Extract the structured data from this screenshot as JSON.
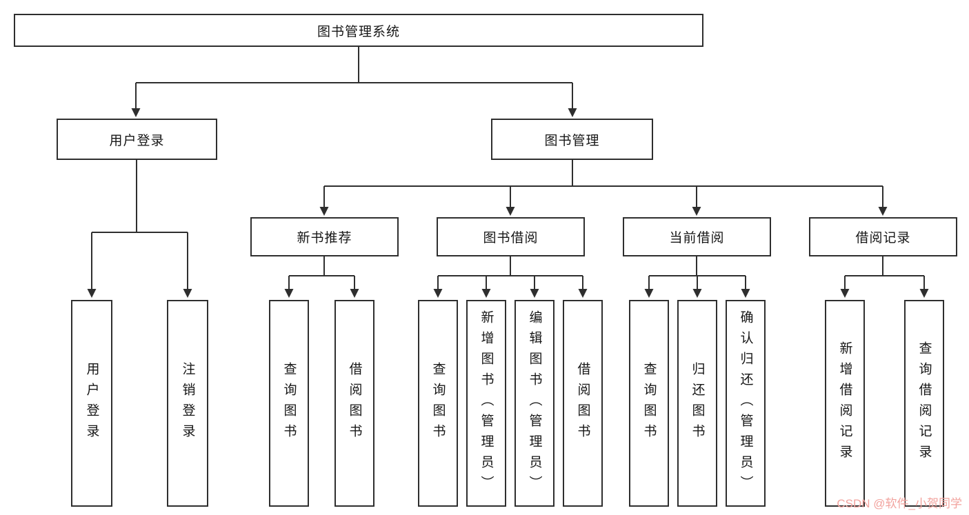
{
  "tree": {
    "root": {
      "label": "图书管理系统"
    },
    "branches": [
      {
        "label": "用户登录",
        "children": [
          {
            "label": "用户登录"
          },
          {
            "label": "注销登录"
          }
        ]
      },
      {
        "label": "图书管理",
        "children": [
          {
            "label": "新书推荐",
            "children": [
              {
                "label": "查询图书"
              },
              {
                "label": "借阅图书"
              }
            ]
          },
          {
            "label": "图书借阅",
            "children": [
              {
                "label": "查询图书"
              },
              {
                "label": "新增图书（管理员）"
              },
              {
                "label": "编辑图书（管理员）"
              },
              {
                "label": "借阅图书"
              }
            ]
          },
          {
            "label": "当前借阅",
            "children": [
              {
                "label": "查询图书"
              },
              {
                "label": "归还图书"
              },
              {
                "label": "确认归还（管理员）"
              }
            ]
          },
          {
            "label": "借阅记录",
            "children": [
              {
                "label": "新增借阅记录"
              },
              {
                "label": "查询借阅记录"
              }
            ]
          }
        ]
      }
    ]
  },
  "watermark": {
    "text": "CSDN @软件_小贺同学"
  },
  "colors": {
    "line": "#2e2e2e",
    "border": "#2e2e2e",
    "text": "#161616",
    "watermark": "#f2a39e",
    "background": "#ffffff"
  }
}
